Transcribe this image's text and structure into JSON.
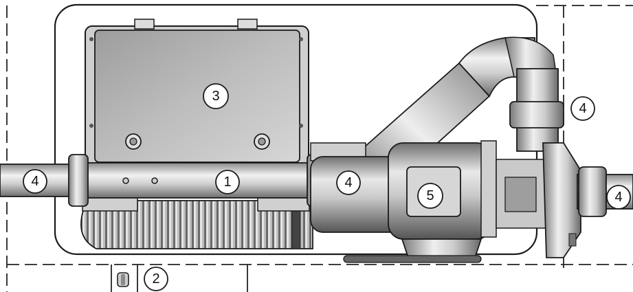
{
  "diagram": {
    "callouts": [
      {
        "id": "heater-tube",
        "label": "1"
      },
      {
        "id": "plug",
        "label": "2"
      },
      {
        "id": "control-box",
        "label": "3"
      },
      {
        "id": "pipe-left",
        "label": "4"
      },
      {
        "id": "pipe-middle",
        "label": "4"
      },
      {
        "id": "pipe-right",
        "label": "4"
      },
      {
        "id": "pipe-top-right",
        "label": "4"
      },
      {
        "id": "pump-motor",
        "label": "5"
      }
    ],
    "colors": {
      "outline": "#1a1a1a",
      "metal_light": "#e6e6e6",
      "metal_mid": "#b5b5b5",
      "metal_dark": "#7c7c7c",
      "background": "#ffffff"
    }
  }
}
